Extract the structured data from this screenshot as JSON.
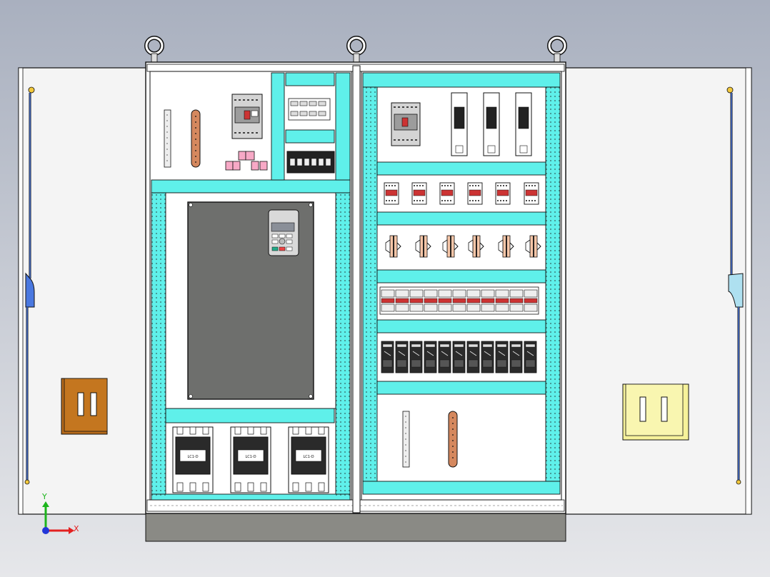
{
  "viewport": {
    "background_top": "#a9b0bf",
    "background_bottom": "#e6e7ea"
  },
  "colors": {
    "cyan_rail": "#5ff0ea",
    "panel_white": "#ffffff",
    "door_white": "#f4f4f4",
    "inverter_body": "#6e6f6d",
    "plinth": "#8a8a85",
    "copper": "#d5885e",
    "pink_block": "#f7a9c6",
    "handle_blue": "#4a78e0",
    "lock_left": "#b66a1a",
    "lock_right": "#f6f29a",
    "outline": "#111111"
  },
  "labels": {
    "contactor_1": "LC1-D",
    "contactor_2": "LC1-D",
    "contactor_3": "LC1-D"
  },
  "triad": {
    "x_label": "X",
    "y_label": "Y",
    "x_color": "#e32020",
    "y_color": "#1db51d",
    "z_color": "#2336d8"
  }
}
